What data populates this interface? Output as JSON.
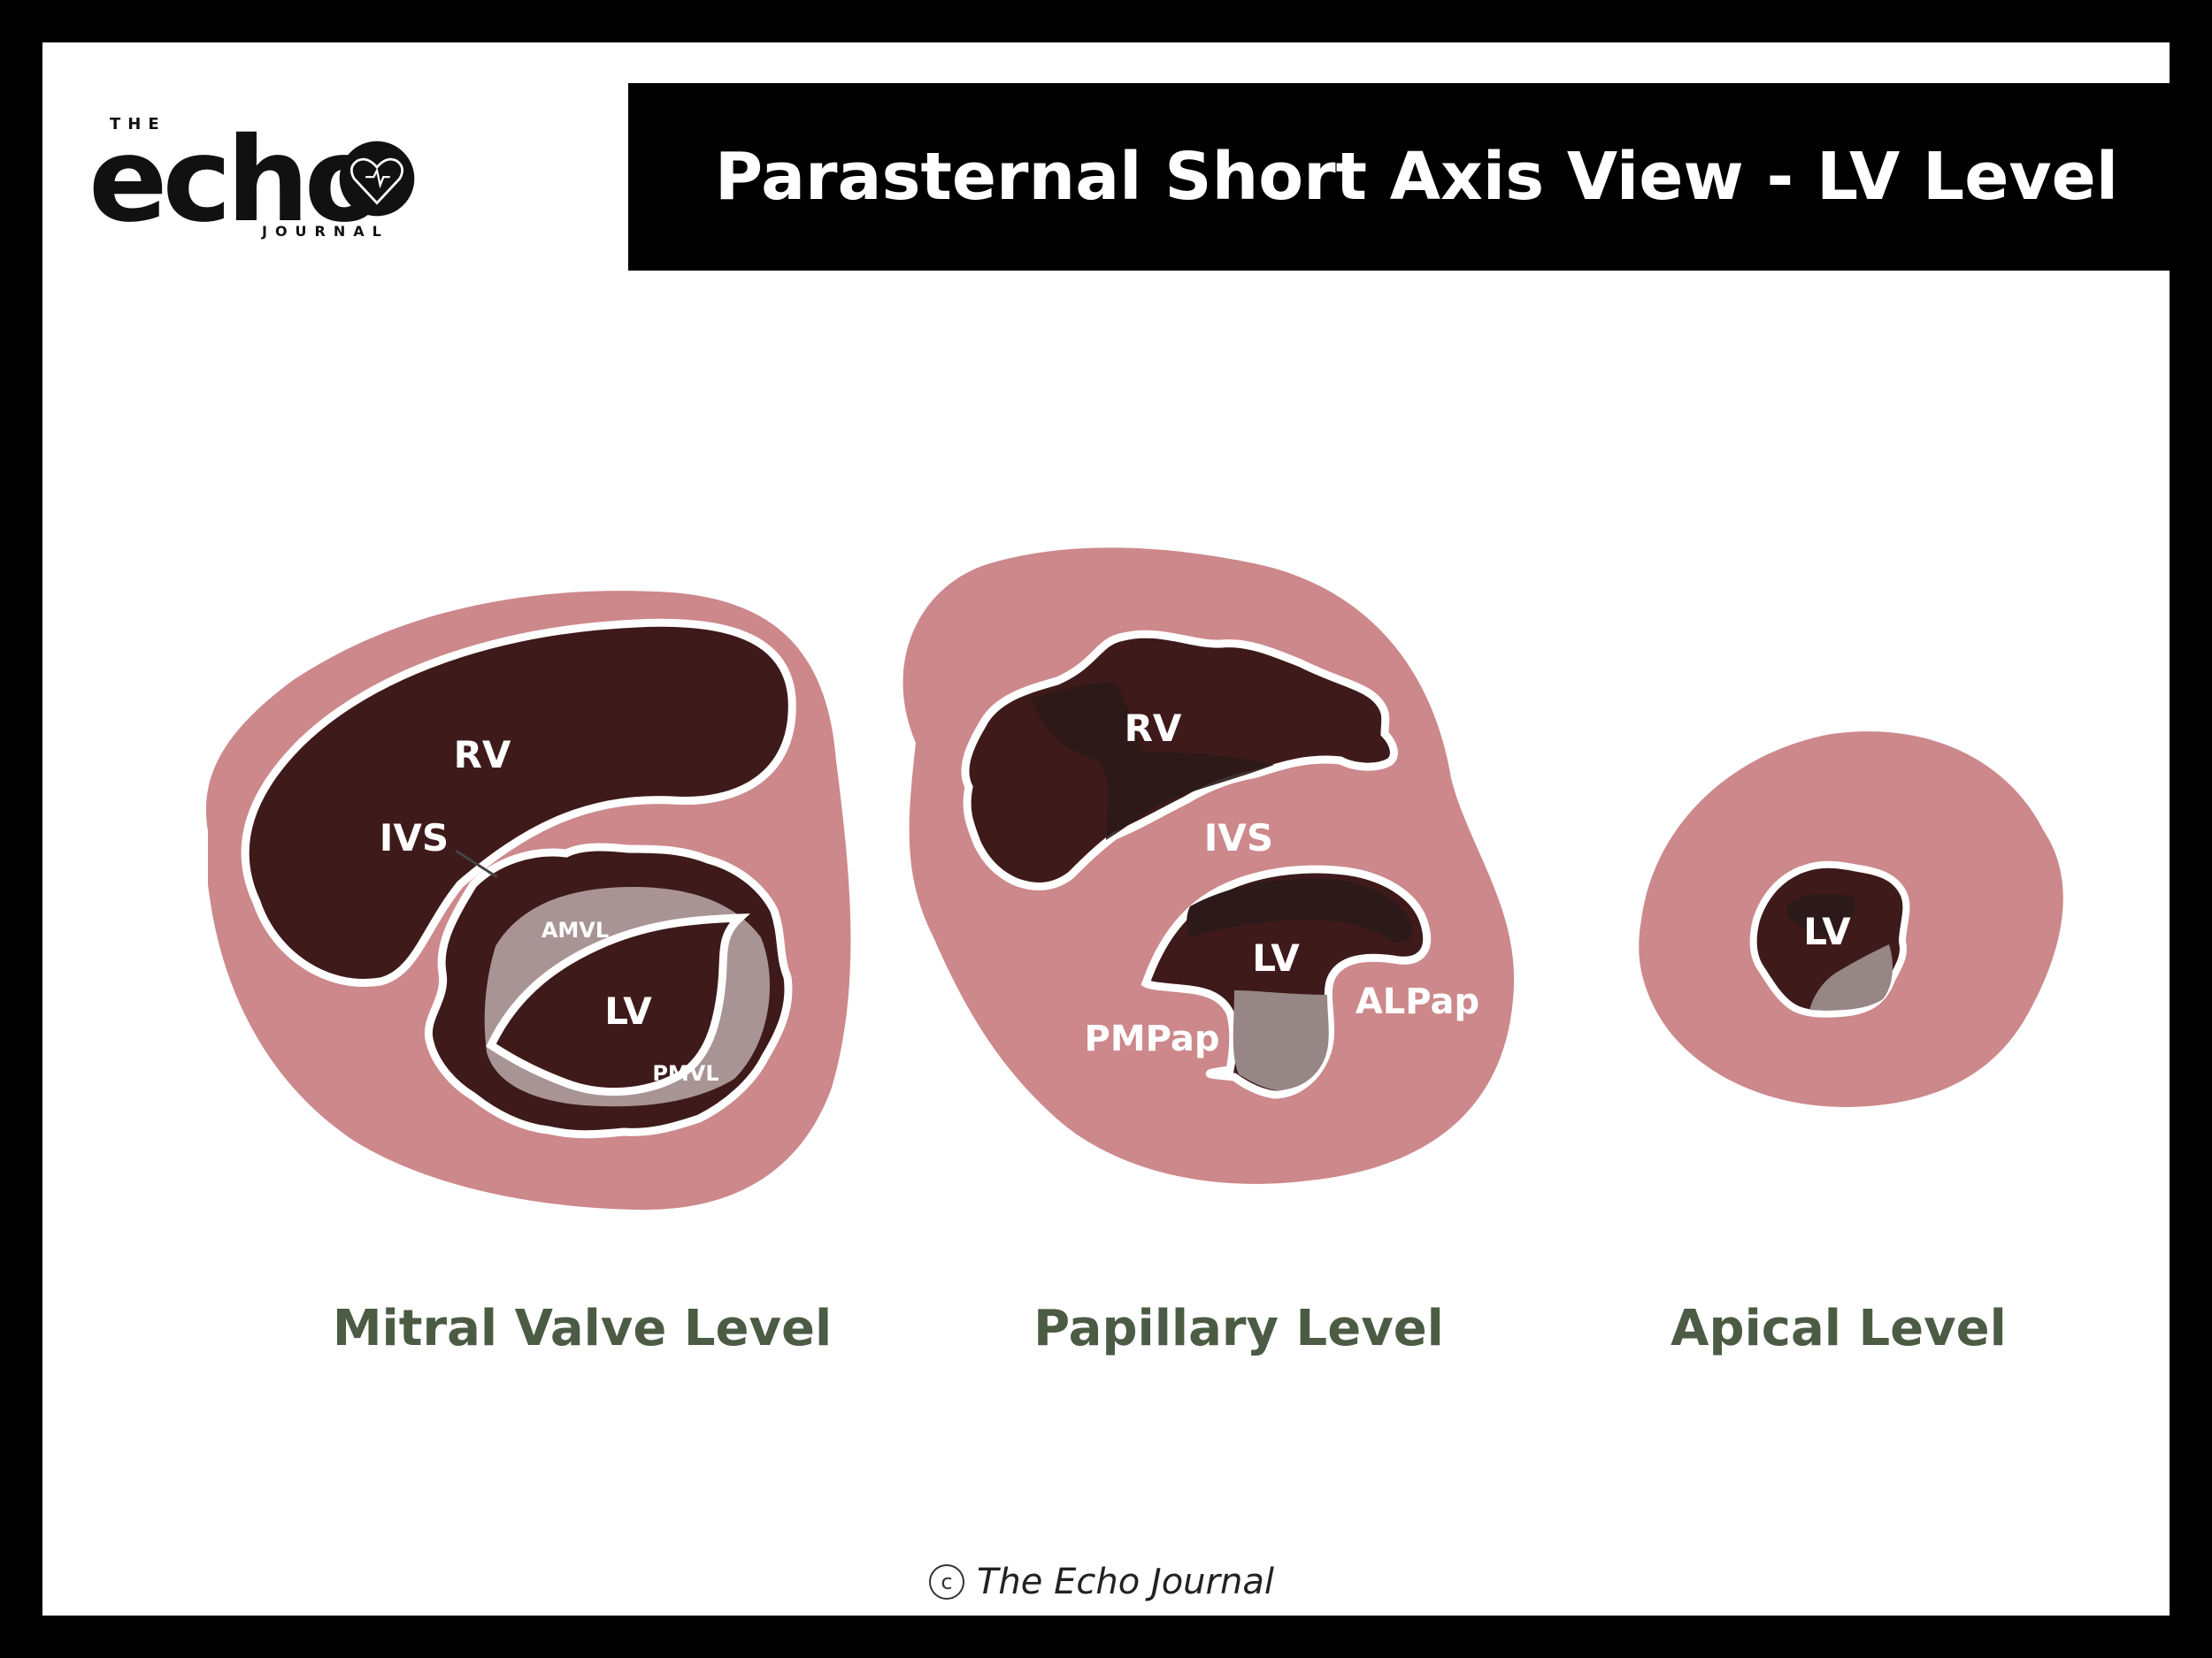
{
  "header": {
    "title": "Parasternal Short Axis View - LV Level"
  },
  "logo": {
    "the": "THE",
    "echo": "echo",
    "journal": "JOURNAL",
    "icon": "heart-outline-icon"
  },
  "diagram": {
    "mitral": {
      "caption": "Mitral Valve Level",
      "labels": {
        "rv": "RV",
        "ivs": "IVS",
        "amvl": "AMVL",
        "lv": "LV",
        "pmvl": "PMVL"
      }
    },
    "papillary": {
      "caption": "Papillary Level",
      "labels": {
        "rv": "RV",
        "ivs": "IVS",
        "lv": "LV",
        "pmpap": "PMPap",
        "alpap": "ALPap"
      }
    },
    "apical": {
      "caption": "Apical Level",
      "labels": {
        "lv": "LV"
      }
    }
  },
  "footer": {
    "symbol": "c",
    "text": "The Echo Journal"
  },
  "colors": {
    "myocardium": "#cc888b",
    "cavity": "#3e1a1a",
    "valve": "#a89494",
    "papillary": "#968686",
    "caption": "#4b5b44",
    "border": "#ffffff"
  }
}
